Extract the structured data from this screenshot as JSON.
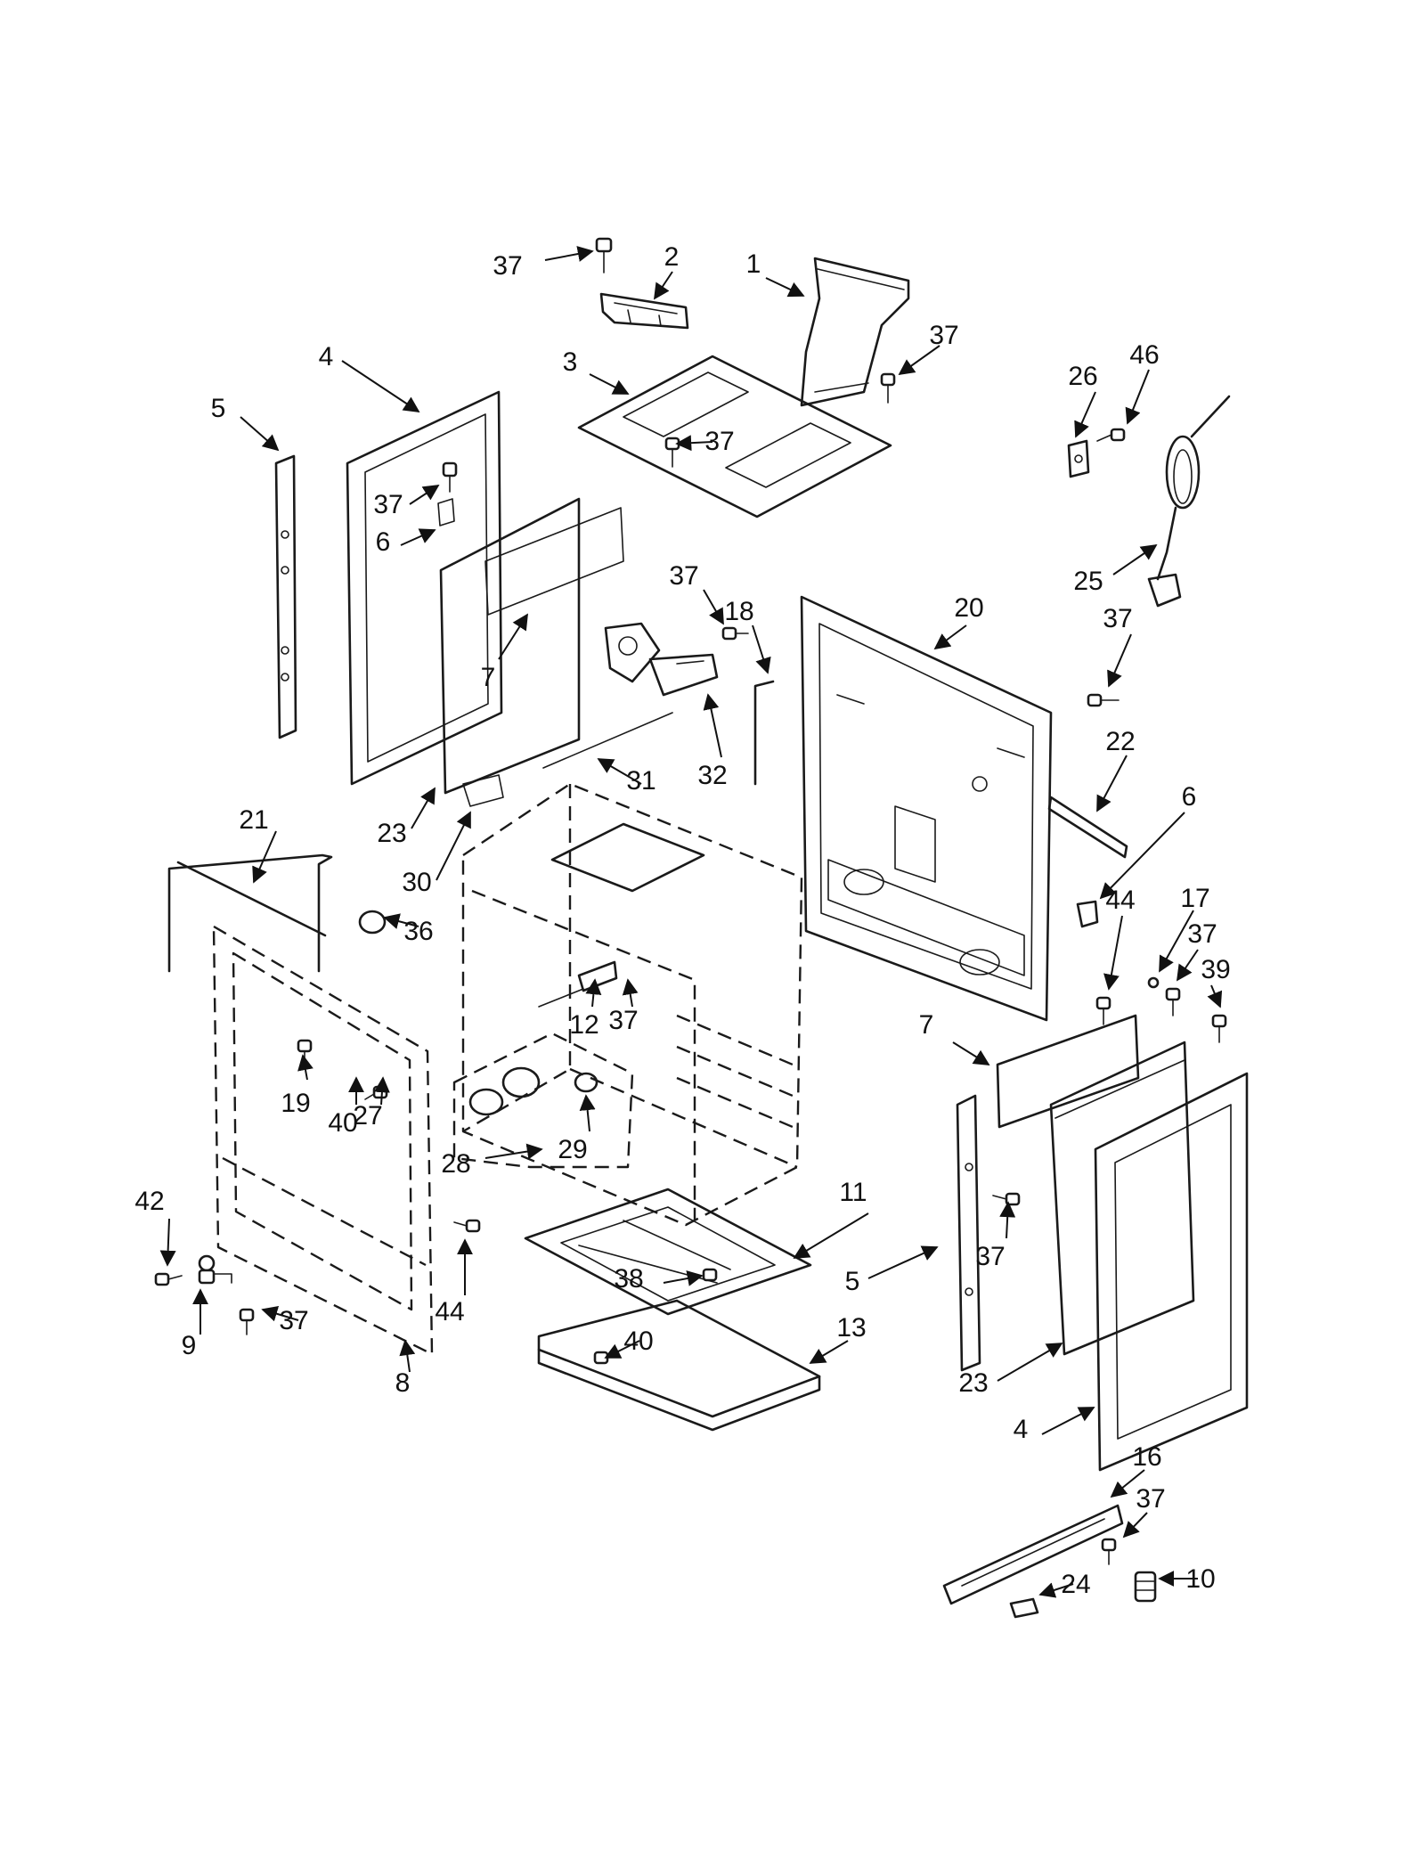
{
  "diagram": {
    "line_color": "#1a1a1a",
    "background": "#ffffff",
    "callouts": [
      "37",
      "2",
      "1",
      "37",
      "4",
      "3",
      "5",
      "37",
      "26",
      "46",
      "37",
      "6",
      "25",
      "7",
      "37",
      "18",
      "20",
      "37",
      "31",
      "32",
      "22",
      "6",
      "23",
      "30",
      "21",
      "36",
      "44",
      "17",
      "37",
      "39",
      "12",
      "37",
      "7",
      "19",
      "40",
      "27",
      "28",
      "29",
      "11",
      "42",
      "37",
      "38",
      "5",
      "44",
      "9",
      "37",
      "40",
      "13",
      "8",
      "23",
      "4",
      "16",
      "37",
      "10",
      "24"
    ]
  }
}
